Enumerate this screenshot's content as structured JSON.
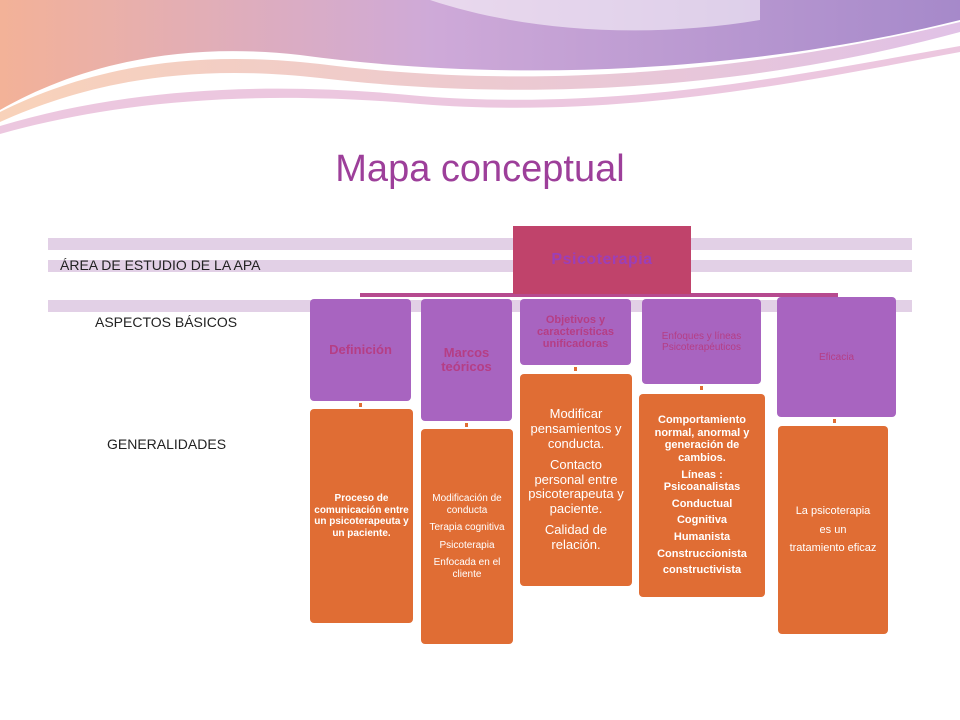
{
  "title": "Mapa conceptual",
  "rows": {
    "area": "ÁREA DE ESTUDIO DE LA APA",
    "aspectos": "ASPECTOS BÁSICOS",
    "generalidades": "GENERALIDADES"
  },
  "root": "Psicoterapia",
  "branches": [
    {
      "category": "Definición",
      "details": [
        "Proceso de comunicación entre un psicoterapeuta y un paciente."
      ]
    },
    {
      "category": "Marcos teóricos",
      "details": [
        "Modificación de conducta",
        "Terapia cognitiva",
        "Psicoterapia",
        "Enfocada en el cliente"
      ]
    },
    {
      "category": "Objetivos y características unificadoras",
      "details": [
        "Modificar pensamientos y conducta.",
        "Contacto personal entre psicoterapeuta y paciente.",
        "Calidad de relación."
      ]
    },
    {
      "category": "Enfoques  y líneas Psicoterapéuticos",
      "details": [
        "Comportamiento normal, anormal y generación  de cambios.",
        "Líneas : Psicoanalistas",
        "Conductual",
        "Cognitiva",
        "Humanista",
        "Construccionista",
        "constructivista"
      ]
    },
    {
      "category": "Eficacia",
      "details": [
        "La psicoterapia",
        "es un",
        "tratamiento eficaz"
      ]
    }
  ],
  "colors": {
    "title": "#9d3f9a",
    "band": "#e2d0e6",
    "root": "#c0436b",
    "category": "#a864c0",
    "detail": "#e06d34"
  }
}
